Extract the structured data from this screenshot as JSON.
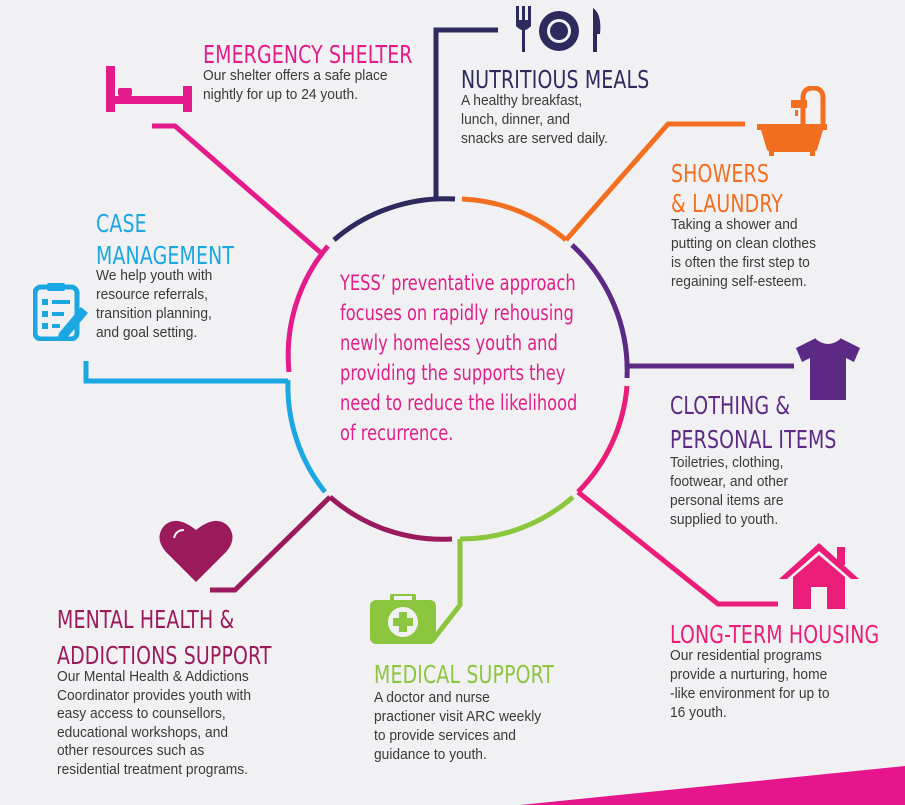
{
  "center": {
    "text": "YESS’ preventative approach\nfocuses on rapidly rehousing\nnewly homeless youth and\nproviding the supports they\nneed to reduce the likelihood\nof recurrence."
  },
  "services": {
    "emergency_shelter": {
      "title": "EMERGENCY SHELTER",
      "desc": "Our shelter offers a safe place\nnightly for up to 24 youth.",
      "color": "#e31b8b"
    },
    "nutritious_meals": {
      "title": "NUTRITIOUS MEALS",
      "desc": "A healthy breakfast,\nlunch, dinner, and\nsnacks are served daily.",
      "color": "#2e2a5e"
    },
    "showers_laundry": {
      "title": "SHOWERS\n& LAUNDRY",
      "desc": "Taking a shower and\nputting on clean clothes\nis often the first step to\nregaining self-esteem.",
      "color": "#f26f21"
    },
    "case_management": {
      "title": "CASE\nMANAGEMENT",
      "desc": "We help youth with\nresource referrals,\ntransition planning,\nand goal setting.",
      "color": "#1ba7e1"
    },
    "clothing": {
      "title": "CLOTHING &\nPERSONAL ITEMS",
      "desc": "Toiletries, clothing,\nfootwear, and other\npersonal items are\nsupplied to youth.",
      "color": "#5c2a84"
    },
    "mental_health": {
      "title": "MENTAL HEALTH &\nADDICTIONS SUPPORT",
      "desc": "Our Mental Health & Addictions\nCoordinator provides youth with\neasy access to counsellors,\neducational workshops, and\nother resources such as\nresidential treatment programs.",
      "color": "#9b1a5c"
    },
    "medical": {
      "title": "MEDICAL SUPPORT",
      "desc": "A doctor and nurse\npractioner visit ARC weekly\nto provide services and\nguidance to youth.",
      "color": "#8cc63f"
    },
    "long_term_housing": {
      "title": "LONG-TERM HOUSING",
      "desc": "Our residential programs\nprovide a nurturing, home\n-like environment for up to\n16 youth.",
      "color": "#ea1d78"
    }
  },
  "icons": {
    "shelter": "bed-icon",
    "meals": "plate-fork-knife-icon",
    "showers": "bathtub-icon",
    "case": "clipboard-checklist-icon",
    "clothing": "tshirt-icon",
    "mental": "heart-icon",
    "medical": "first-aid-kit-icon",
    "housing": "house-icon"
  }
}
